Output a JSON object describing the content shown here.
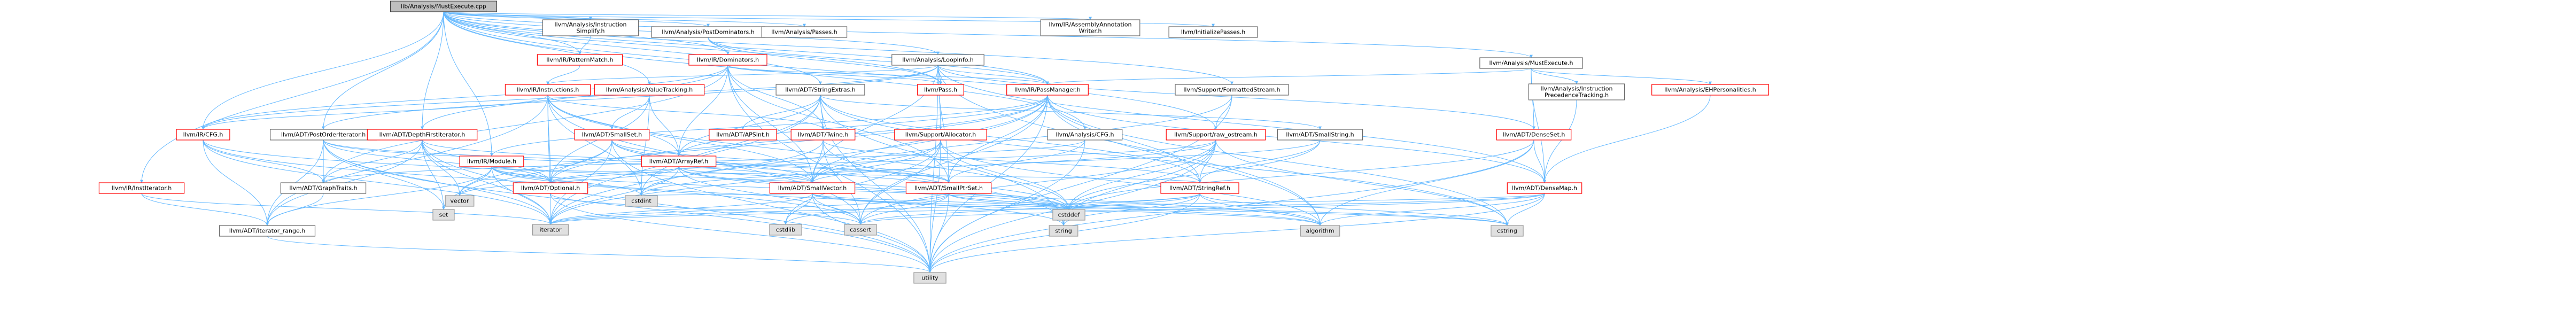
{
  "colors": {
    "edge": "#63b8ff",
    "root_fill": "#bfbfbf",
    "root_stroke": "#404040",
    "node_fill": "#ffffff",
    "link_stroke": "#666666",
    "truncated_stroke": "#ff0000",
    "external_fill": "#e0e0e0",
    "external_stroke": "#999999"
  },
  "nodes": [
    {
      "id": "root",
      "label": "lib/Analysis/MustExecute.cpp",
      "kind": "root"
    },
    {
      "id": "instsimplify",
      "label": "llvm/Analysis/Instruction\nSimplify.h",
      "kind": "link"
    },
    {
      "id": "postdom",
      "label": "llvm/Analysis/PostDominators.h",
      "kind": "link"
    },
    {
      "id": "passes",
      "label": "llvm/Analysis/Passes.h",
      "kind": "link"
    },
    {
      "id": "asmwriter",
      "label": "llvm/IR/AssemblyAnnotation\nWriter.h",
      "kind": "link"
    },
    {
      "id": "initpasses",
      "label": "llvm/InitializePasses.h",
      "kind": "link"
    },
    {
      "id": "mustexec",
      "label": "llvm/Analysis/MustExecute.h",
      "kind": "link"
    },
    {
      "id": "patternmatch",
      "label": "llvm/IR/PatternMatch.h",
      "kind": "truncated"
    },
    {
      "id": "dominators",
      "label": "llvm/IR/Dominators.h",
      "kind": "truncated"
    },
    {
      "id": "loopinfo",
      "label": "llvm/Analysis/LoopInfo.h",
      "kind": "link"
    },
    {
      "id": "fmtstream",
      "label": "llvm/Support/FormattedStream.h",
      "kind": "link"
    },
    {
      "id": "instprec",
      "label": "llvm/Analysis/Instruction\nPrecedenceTracking.h",
      "kind": "link"
    },
    {
      "id": "ehpers",
      "label": "llvm/Analysis/EHPersonalities.h",
      "kind": "truncated"
    },
    {
      "id": "instructions",
      "label": "llvm/IR/Instructions.h",
      "kind": "truncated"
    },
    {
      "id": "valuetracking",
      "label": "llvm/Analysis/ValueTracking.h",
      "kind": "truncated"
    },
    {
      "id": "stringextras",
      "label": "llvm/ADT/StringExtras.h",
      "kind": "link"
    },
    {
      "id": "pass",
      "label": "llvm/Pass.h",
      "kind": "truncated"
    },
    {
      "id": "passmanager",
      "label": "llvm/IR/PassManager.h",
      "kind": "truncated"
    },
    {
      "id": "rawostream",
      "label": "llvm/Support/raw_ostream.h",
      "kind": "truncated"
    },
    {
      "id": "densese",
      "label": "llvm/ADT/DenseSet.h",
      "kind": "truncated"
    },
    {
      "id": "cfg_ir",
      "label": "llvm/IR/CFG.h",
      "kind": "truncated"
    },
    {
      "id": "postorder",
      "label": "llvm/ADT/PostOrderIterator.h",
      "kind": "link"
    },
    {
      "id": "dfsiter",
      "label": "llvm/ADT/DepthFirstIterator.h",
      "kind": "truncated"
    },
    {
      "id": "smallset",
      "label": "llvm/ADT/SmallSet.h",
      "kind": "truncated"
    },
    {
      "id": "apsint",
      "label": "llvm/ADT/APSInt.h",
      "kind": "truncated"
    },
    {
      "id": "arrayref",
      "label": "llvm/ADT/ArrayRef.h",
      "kind": "truncated"
    },
    {
      "id": "twine",
      "label": "llvm/ADT/Twine.h",
      "kind": "truncated"
    },
    {
      "id": "allocator",
      "label": "llvm/Support/Allocator.h",
      "kind": "truncated"
    },
    {
      "id": "cfg_an",
      "label": "llvm/Analysis/CFG.h",
      "kind": "link"
    },
    {
      "id": "smallstring",
      "label": "llvm/ADT/SmallString.h",
      "kind": "link"
    },
    {
      "id": "densemap",
      "label": "llvm/ADT/DenseMap.h",
      "kind": "truncated"
    },
    {
      "id": "module",
      "label": "llvm/IR/Module.h",
      "kind": "truncated"
    },
    {
      "id": "institer",
      "label": "llvm/IR/InstIterator.h",
      "kind": "truncated"
    },
    {
      "id": "graphtraits",
      "label": "llvm/ADT/GraphTraits.h",
      "kind": "link"
    },
    {
      "id": "optional",
      "label": "llvm/ADT/Optional.h",
      "kind": "truncated"
    },
    {
      "id": "smallvector",
      "label": "llvm/ADT/SmallVector.h",
      "kind": "truncated"
    },
    {
      "id": "smallptrset",
      "label": "llvm/ADT/SmallPtrSet.h",
      "kind": "truncated"
    },
    {
      "id": "stringref",
      "label": "llvm/ADT/StringRef.h",
      "kind": "truncated"
    },
    {
      "id": "iterrange",
      "label": "llvm/ADT/iterator_range.h",
      "kind": "link"
    },
    {
      "id": "vector",
      "label": "vector",
      "kind": "external"
    },
    {
      "id": "set",
      "label": "set",
      "kind": "external"
    },
    {
      "id": "cstdint",
      "label": "cstdint",
      "kind": "external"
    },
    {
      "id": "iterator",
      "label": "iterator",
      "kind": "external"
    },
    {
      "id": "cstdlib",
      "label": "cstdlib",
      "kind": "external"
    },
    {
      "id": "cassert",
      "label": "cassert",
      "kind": "external"
    },
    {
      "id": "string",
      "label": "string",
      "kind": "external"
    },
    {
      "id": "cstddef",
      "label": "cstddef",
      "kind": "external"
    },
    {
      "id": "algorithm",
      "label": "algorithm",
      "kind": "external"
    },
    {
      "id": "cstring",
      "label": "cstring",
      "kind": "external"
    },
    {
      "id": "utility",
      "label": "utility",
      "kind": "external"
    }
  ],
  "edges": [
    [
      "root",
      "instsimplify"
    ],
    [
      "root",
      "postdom"
    ],
    [
      "root",
      "passes"
    ],
    [
      "root",
      "asmwriter"
    ],
    [
      "root",
      "initpasses"
    ],
    [
      "root",
      "mustexec"
    ],
    [
      "root",
      "patternmatch"
    ],
    [
      "root",
      "dominators"
    ],
    [
      "root",
      "loopinfo"
    ],
    [
      "root",
      "fmtstream"
    ],
    [
      "root",
      "pass"
    ],
    [
      "root",
      "passmanager"
    ],
    [
      "root",
      "rawostream"
    ],
    [
      "root",
      "valuetracking"
    ],
    [
      "root",
      "stringextras"
    ],
    [
      "root",
      "cfg_an"
    ],
    [
      "root",
      "institer"
    ],
    [
      "root",
      "module"
    ],
    [
      "root",
      "cfg_ir"
    ],
    [
      "root",
      "postorder"
    ],
    [
      "root",
      "dfsiter"
    ],
    [
      "instsimplify",
      "patternmatch"
    ],
    [
      "patternmatch",
      "instructions"
    ],
    [
      "postdom",
      "dominators"
    ],
    [
      "postdom",
      "pass"
    ],
    [
      "postdom",
      "passmanager"
    ],
    [
      "mustexec",
      "instprec"
    ],
    [
      "mustexec",
      "ehpers"
    ],
    [
      "mustexec",
      "densemap"
    ],
    [
      "mustexec",
      "densese"
    ],
    [
      "mustexec",
      "passmanager"
    ],
    [
      "instprec",
      "densemap"
    ],
    [
      "ehpers",
      "densemap"
    ],
    [
      "dominators",
      "arrayref"
    ],
    [
      "dominators",
      "dfsiter"
    ],
    [
      "dominators",
      "graphtraits"
    ],
    [
      "dominators",
      "smallptrset"
    ],
    [
      "dominators",
      "smallvector"
    ],
    [
      "dominators",
      "twine"
    ],
    [
      "dominators",
      "cfg_ir"
    ],
    [
      "dominators",
      "pass"
    ],
    [
      "dominators",
      "passmanager"
    ],
    [
      "dominators",
      "utility"
    ],
    [
      "loopinfo",
      "densemap"
    ],
    [
      "loopinfo",
      "densese"
    ],
    [
      "loopinfo",
      "postorder"
    ],
    [
      "loopinfo",
      "smallptrset"
    ],
    [
      "loopinfo",
      "smallvector"
    ],
    [
      "loopinfo",
      "cfg_ir"
    ],
    [
      "loopinfo",
      "instructions"
    ],
    [
      "loopinfo",
      "passmanager"
    ],
    [
      "loopinfo",
      "pass"
    ],
    [
      "loopinfo",
      "allocator"
    ],
    [
      "loopinfo",
      "algorithm"
    ],
    [
      "loopinfo",
      "utility"
    ],
    [
      "fmtstream",
      "rawostream"
    ],
    [
      "fmtstream",
      "smallvector"
    ],
    [
      "fmtstream",
      "utility"
    ],
    [
      "instructions",
      "arrayref"
    ],
    [
      "instructions",
      "smallvector"
    ],
    [
      "instructions",
      "twine"
    ],
    [
      "instructions",
      "iterator"
    ],
    [
      "instructions",
      "cstdint"
    ],
    [
      "instructions",
      "cassert"
    ],
    [
      "instructions",
      "cstddef"
    ],
    [
      "instructions",
      "optional"
    ],
    [
      "instructions",
      "iterrange"
    ],
    [
      "instructions",
      "cfg_ir"
    ],
    [
      "valuetracking",
      "arrayref"
    ],
    [
      "valuetracking",
      "smallset"
    ],
    [
      "valuetracking",
      "optional"
    ],
    [
      "valuetracking",
      "cstdint"
    ],
    [
      "stringextras",
      "apsint"
    ],
    [
      "stringextras",
      "arrayref"
    ],
    [
      "stringextras",
      "smallstring"
    ],
    [
      "stringextras",
      "stringref"
    ],
    [
      "stringextras",
      "twine"
    ],
    [
      "stringextras",
      "cstdint"
    ],
    [
      "stringextras",
      "cstring"
    ],
    [
      "stringextras",
      "iterator"
    ],
    [
      "stringextras",
      "string"
    ],
    [
      "stringextras",
      "utility"
    ],
    [
      "passmanager",
      "densemap"
    ],
    [
      "passmanager",
      "smallptrset"
    ],
    [
      "passmanager",
      "smallvector"
    ],
    [
      "passmanager",
      "stringref"
    ],
    [
      "passmanager",
      "module"
    ],
    [
      "passmanager",
      "algorithm"
    ],
    [
      "passmanager",
      "cassert"
    ],
    [
      "passmanager",
      "cstring"
    ],
    [
      "passmanager",
      "iterator"
    ],
    [
      "passmanager",
      "vector"
    ],
    [
      "passmanager",
      "utility"
    ],
    [
      "passmanager",
      "arrayref"
    ],
    [
      "passmanager",
      "optional"
    ],
    [
      "rawostream",
      "stringref"
    ],
    [
      "rawostream",
      "cassert"
    ],
    [
      "rawostream",
      "cstddef"
    ],
    [
      "rawostream",
      "cstdint"
    ],
    [
      "rawostream",
      "cstring"
    ],
    [
      "rawostream",
      "string"
    ],
    [
      "rawostream",
      "optional"
    ],
    [
      "rawostream",
      "utility"
    ],
    [
      "densese",
      "densemap"
    ],
    [
      "densese",
      "utility"
    ],
    [
      "densese",
      "cstddef"
    ],
    [
      "densese",
      "algorithm"
    ],
    [
      "densemap",
      "utility"
    ],
    [
      "densemap",
      "algorithm"
    ],
    [
      "densemap",
      "cassert"
    ],
    [
      "densemap",
      "cstddef"
    ],
    [
      "densemap",
      "cstring"
    ],
    [
      "densemap",
      "iterator"
    ],
    [
      "cfg_ir",
      "graphtraits"
    ],
    [
      "cfg_ir",
      "iterrange"
    ],
    [
      "cfg_ir",
      "cassert"
    ],
    [
      "cfg_ir",
      "cstddef"
    ],
    [
      "cfg_ir",
      "iterator"
    ],
    [
      "postorder",
      "graphtraits"
    ],
    [
      "postorder",
      "optional"
    ],
    [
      "postorder",
      "smallptrset"
    ],
    [
      "postorder",
      "smallvector"
    ],
    [
      "postorder",
      "iterrange"
    ],
    [
      "postorder",
      "iterator"
    ],
    [
      "postorder",
      "set"
    ],
    [
      "postorder",
      "utility"
    ],
    [
      "dfsiter",
      "graphtraits"
    ],
    [
      "dfsiter",
      "optional"
    ],
    [
      "dfsiter",
      "smallptrset"
    ],
    [
      "dfsiter",
      "iterrange"
    ],
    [
      "dfsiter",
      "iterator"
    ],
    [
      "dfsiter",
      "set"
    ],
    [
      "dfsiter",
      "utility"
    ],
    [
      "dfsiter",
      "vector"
    ],
    [
      "smallset",
      "optional"
    ],
    [
      "smallset",
      "smallptrset"
    ],
    [
      "smallset",
      "smallvector"
    ],
    [
      "smallset",
      "cstddef"
    ],
    [
      "smallset",
      "set"
    ],
    [
      "smallset",
      "utility"
    ],
    [
      "smallset",
      "iterator"
    ],
    [
      "arrayref",
      "smallvector"
    ],
    [
      "arrayref",
      "algorithm"
    ],
    [
      "arrayref",
      "cassert"
    ],
    [
      "arrayref",
      "cstddef"
    ],
    [
      "arrayref",
      "iterator"
    ],
    [
      "arrayref",
      "vector"
    ],
    [
      "arrayref",
      "optional"
    ],
    [
      "twine",
      "smallvector"
    ],
    [
      "twine",
      "stringref"
    ],
    [
      "twine",
      "cassert"
    ],
    [
      "twine",
      "cstdint"
    ],
    [
      "twine",
      "string"
    ],
    [
      "allocator",
      "smallvector"
    ],
    [
      "allocator",
      "algorithm"
    ],
    [
      "allocator",
      "cassert"
    ],
    [
      "allocator",
      "cstddef"
    ],
    [
      "allocator",
      "cstdlib"
    ],
    [
      "allocator",
      "iterator"
    ],
    [
      "allocator",
      "utility"
    ],
    [
      "cfg_an",
      "graphtraits"
    ],
    [
      "cfg_an",
      "smallptrset"
    ],
    [
      "cfg_an",
      "utility"
    ],
    [
      "smallstring",
      "smallvector"
    ],
    [
      "smallstring",
      "stringref"
    ],
    [
      "smallstring",
      "cstddef"
    ],
    [
      "module",
      "iterator"
    ],
    [
      "module",
      "vector"
    ],
    [
      "module",
      "string"
    ],
    [
      "module",
      "cstddef"
    ],
    [
      "module",
      "optional"
    ],
    [
      "module",
      "iterrange"
    ],
    [
      "module",
      "stringref"
    ],
    [
      "module",
      "cstdint"
    ],
    [
      "institer",
      "iterator"
    ],
    [
      "institer",
      "iterrange"
    ],
    [
      "graphtraits",
      "iterrange"
    ],
    [
      "optional",
      "cassert"
    ],
    [
      "optional",
      "new"
    ],
    [
      "optional",
      "utility"
    ],
    [
      "smallvector",
      "algorithm"
    ],
    [
      "smallvector",
      "cassert"
    ],
    [
      "smallvector",
      "cstddef"
    ],
    [
      "smallvector",
      "cstdlib"
    ],
    [
      "smallvector",
      "cstring"
    ],
    [
      "smallvector",
      "iterator"
    ],
    [
      "smallvector",
      "utility"
    ],
    [
      "smallvector",
      "cstdint"
    ],
    [
      "smallptrset",
      "cassert"
    ],
    [
      "smallptrset",
      "cstddef"
    ],
    [
      "smallptrset",
      "cstdlib"
    ],
    [
      "smallptrset",
      "cstring"
    ],
    [
      "smallptrset",
      "iterator"
    ],
    [
      "smallptrset",
      "utility"
    ],
    [
      "smallptrset",
      "algorithm"
    ],
    [
      "stringref",
      "algorithm"
    ],
    [
      "stringref",
      "cassert"
    ],
    [
      "stringref",
      "cstddef"
    ],
    [
      "stringref",
      "cstring"
    ],
    [
      "stringref",
      "iterator"
    ],
    [
      "stringref",
      "string"
    ],
    [
      "stringref",
      "utility"
    ],
    [
      "iterrange",
      "utility"
    ]
  ]
}
